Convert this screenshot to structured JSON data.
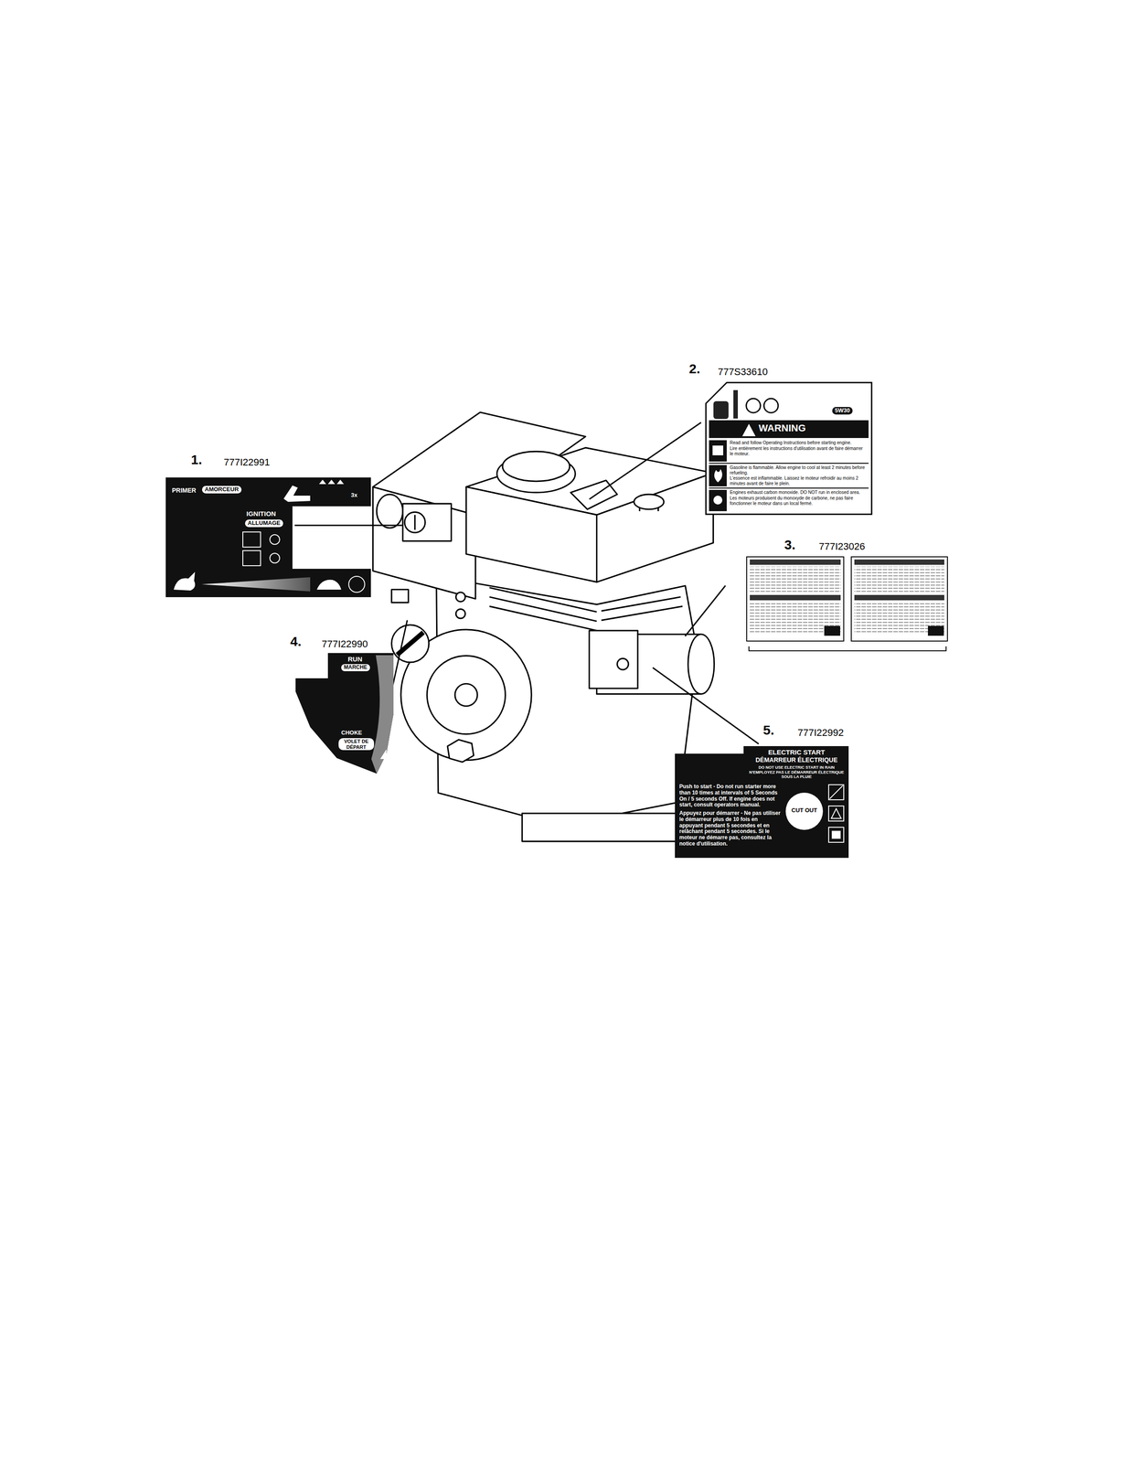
{
  "diagram": {
    "labels": [
      "1.",
      "777I22991",
      "PRIMER",
      "AMORCEUR",
      "3x",
      "IGNITION",
      "ALLUMAGE",
      "2.",
      "777S33610",
      "5W30",
      "WARNING",
      "Read and follow Operating Instructions before starting engine.",
      "Lire entièrement les instructions d'utilisation avant de faire démarrer le moteur.",
      "Gasoline is flammable. Allow engine to cool at least 2 minutes before refueling.",
      "L'essence est inflammable. Laissez le moteur refroidir au moins 2 minutes avant de faire le plein.",
      "Engines exhaust carbon monoxide. DO NOT run in enclosed area.",
      "Les moteurs produisent du monoxyde de carbone, ne pas faire fonctionner le moteur dans un local fermé.",
      "3.",
      "777I23026",
      "4.",
      "777I22990",
      "RUN",
      "MARCHE",
      "CHOKE",
      "VOLET DE DÉPART",
      "5.",
      "777I22992",
      "ELECTRIC START",
      "DÉMARREUR ÉLECTRIQUE",
      "DO NOT USE ELECTRIC START IN RAIN",
      "N'EMPLOYEZ PAS LE DÉMARREUR ÉLECTRIQUE SOUS LA PLUIE",
      "Push to start - Do not run starter more than 10 times at intervals of 5 Seconds On / 5 seconds Off. If engine does not start, consult operators manual.",
      "Appuyez pour démarrer - Ne pas utiliser le démarreur plus de 10 fois en appuyant pendant 5 secondes et en relâchant pendant 5 secondes. Si le moteur ne démarre pas, consultez la notice d'utilisation.",
      "CUT OUT"
    ]
  }
}
